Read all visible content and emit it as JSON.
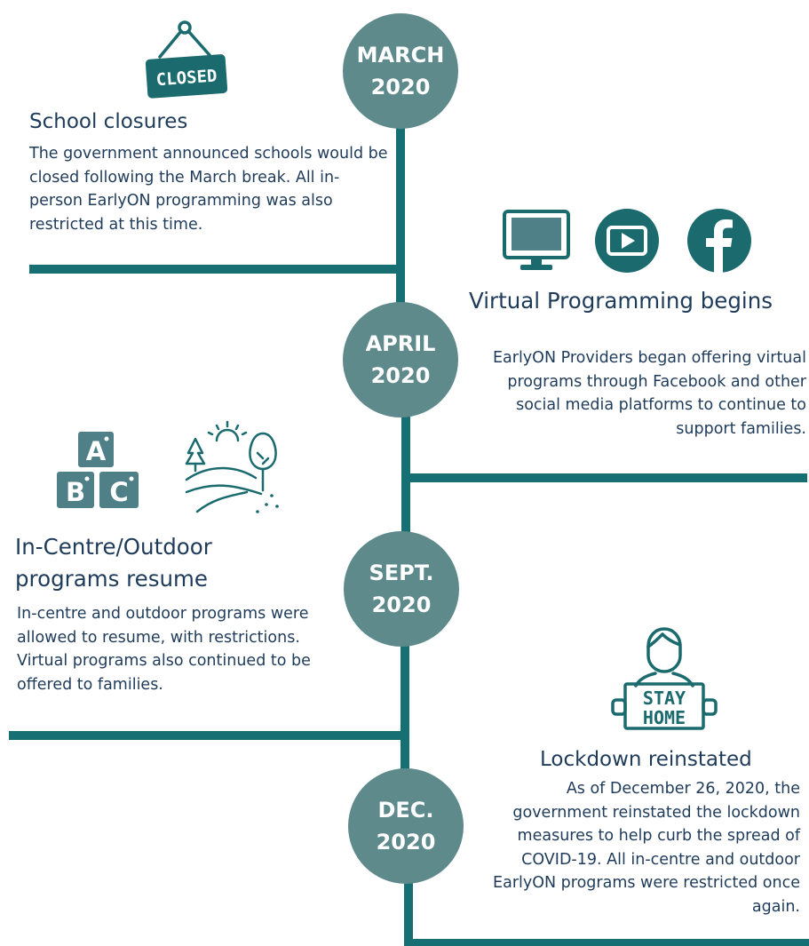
{
  "colors": {
    "timeline": "#166f73",
    "circle": "#5e8a8c",
    "text": "#1f3b5a",
    "icon": "#1a6a6e",
    "icon_muted": "#4f7f87"
  },
  "events": [
    {
      "month": "MARCH",
      "year": "2020",
      "title": "School closures",
      "body": "The government announced schools would be closed following the March break.  All in-person EarlyON programming was also restricted at this time.",
      "icons": [
        "closed-sign-icon"
      ],
      "sign_text": "CLOSED"
    },
    {
      "month": "APRIL",
      "year": "2020",
      "title": "Virtual Programming begins",
      "body": "EarlyON Providers began offering virtual programs through Facebook and other social media platforms to continue to support families.",
      "icons": [
        "computer-monitor-icon",
        "video-play-icon",
        "facebook-icon"
      ]
    },
    {
      "month": "SEPT.",
      "year": "2020",
      "title": "In-Centre/Outdoor programs resume",
      "body": "In-centre and outdoor programs were allowed to resume, with restrictions.  Virtual programs also continued to be offered to families.",
      "icons": [
        "abc-blocks-icon",
        "outdoor-landscape-icon"
      ],
      "blocks": [
        "A",
        "B",
        "C"
      ]
    },
    {
      "month": "DEC.",
      "year": "2020",
      "title": "Lockdown reinstated",
      "body": "As of December 26, 2020, the government reinstated the lockdown measures to help curb the spread of COVID-19.  All in-centre and outdoor EarlyON programs were restricted once again.",
      "icons": [
        "stay-home-person-icon"
      ],
      "sign_lines": [
        "STAY",
        "HOME"
      ]
    }
  ]
}
